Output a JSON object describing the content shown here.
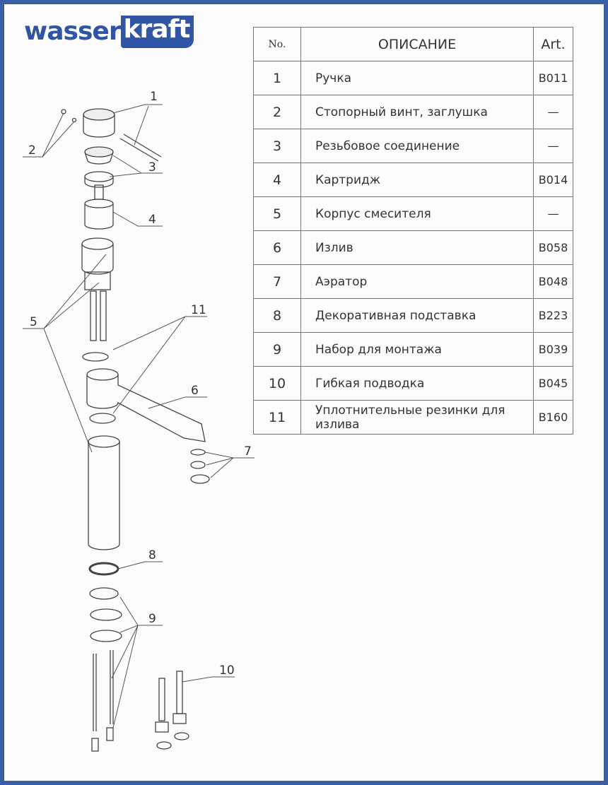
{
  "brand": {
    "part1": "wasser",
    "part2": "kraft",
    "color": "#3a5ea8"
  },
  "table": {
    "headers": {
      "no": "No.",
      "description": "ОПИСАНИЕ",
      "art": "Art."
    },
    "rows": [
      {
        "no": "1",
        "description": "Ручка",
        "art": "B011"
      },
      {
        "no": "2",
        "description": "Стопорный винт, заглушка",
        "art": "—"
      },
      {
        "no": "3",
        "description": "Резьбовое соединение",
        "art": "—"
      },
      {
        "no": "4",
        "description": "Картридж",
        "art": "B014"
      },
      {
        "no": "5",
        "description": "Корпус смесителя",
        "art": "—"
      },
      {
        "no": "6",
        "description": "Излив",
        "art": "B058"
      },
      {
        "no": "7",
        "description": "Аэратор",
        "art": "B048"
      },
      {
        "no": "8",
        "description": "Декоративная подставка",
        "art": "B223"
      },
      {
        "no": "9",
        "description": "Набор для монтажа",
        "art": "B039"
      },
      {
        "no": "10",
        "description": "Гибкая подводка",
        "art": "B045"
      },
      {
        "no": "11",
        "description": "Уплотнительные резинки для излива",
        "art": "B160"
      }
    ]
  },
  "diagram": {
    "callouts": [
      "1",
      "2",
      "3",
      "4",
      "5",
      "6",
      "7",
      "8",
      "9",
      "10",
      "11"
    ]
  }
}
